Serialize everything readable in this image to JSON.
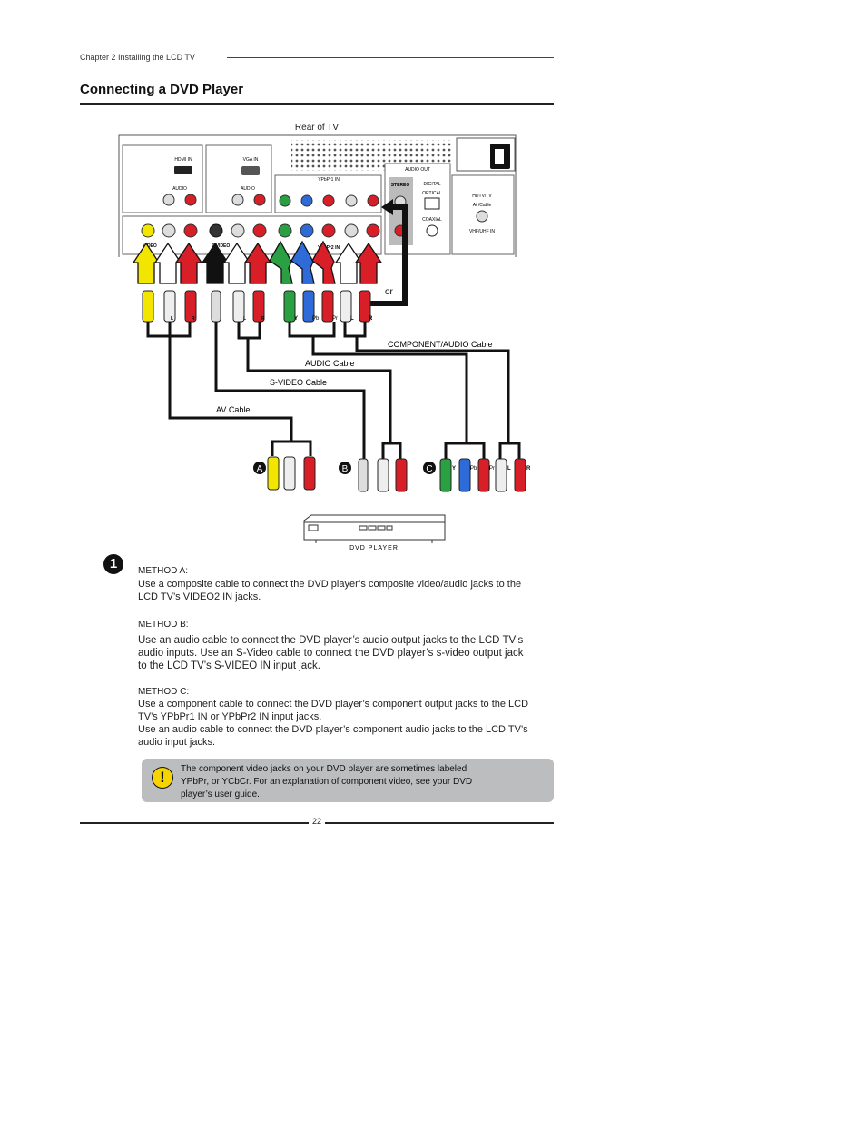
{
  "header": {
    "chapter": "Chapter 2 Installing the LCD TV",
    "title": "Connecting a DVD Player"
  },
  "diagram": {
    "rear_label": "Rear of TV",
    "panel": {
      "hdmi_in": "HDMI IN",
      "vga_in": "VGA IN",
      "audio": "AUDIO",
      "ypbpr1_in": "YPbPr1 IN",
      "ypbpr2_in": "YPbPr2 IN",
      "audio_out": "AUDIO OUT",
      "stereo": "STEREO",
      "digital": "DIGITAL",
      "optical": "OPTICAL",
      "coaxial": "COAXIAL",
      "hdtv_tv": "HDTV/TV",
      "air_cable": "Air/Cable",
      "vhf_uhf_in": "VHF/UHF IN",
      "video": "VIDEO",
      "s_video": "S-VIDEO",
      "l": "L",
      "r": "R",
      "y": "Y",
      "pb": "Pb",
      "pr": "Pr"
    },
    "or_label": "or",
    "cables": {
      "component": "COMPONENT/AUDIO Cable",
      "audio": "AUDIO Cable",
      "svideo": "S-VIDEO Cable",
      "av": "AV Cable"
    },
    "method_markers": [
      "A",
      "B",
      "C"
    ],
    "dvd_label": "DVD PLAYER"
  },
  "step": {
    "number": "1"
  },
  "methods": [
    {
      "label": "METHOD A:",
      "text": "Use a composite cable to connect the DVD player’s composite video/audio jacks to the LCD TV’s VIDEO2 IN jacks."
    },
    {
      "label": "METHOD B:",
      "text": "Use an audio cable to connect the DVD player’s audio output jacks to the LCD TV’s audio inputs. Use an S-Video cable to connect the DVD player’s s-video output jack to the LCD TV’s S-VIDEO IN input jack."
    },
    {
      "label": "METHOD C:",
      "text1": "Use a component cable to connect the DVD player’s component output jacks to the LCD TV’s YPbPr1 IN or YPbPr2 IN input jacks.",
      "text2": "Use an audio cable to connect the DVD player’s component audio jacks to the LCD TV’s audio input jacks."
    }
  ],
  "note": {
    "text": "The component video jacks on your DVD player are sometimes labeled YPbPr, or YCbCr.  For an explanation of component video, see your DVD player’s user guide.",
    "icon": "exclamation-icon"
  },
  "footer": {
    "page_number": "22"
  },
  "colors": {
    "yellow": "#f2e600",
    "red": "#d81e26",
    "green": "#2aa043",
    "blue": "#2e6bd8",
    "black": "#111111",
    "note_bg": "#bcbdbf"
  }
}
